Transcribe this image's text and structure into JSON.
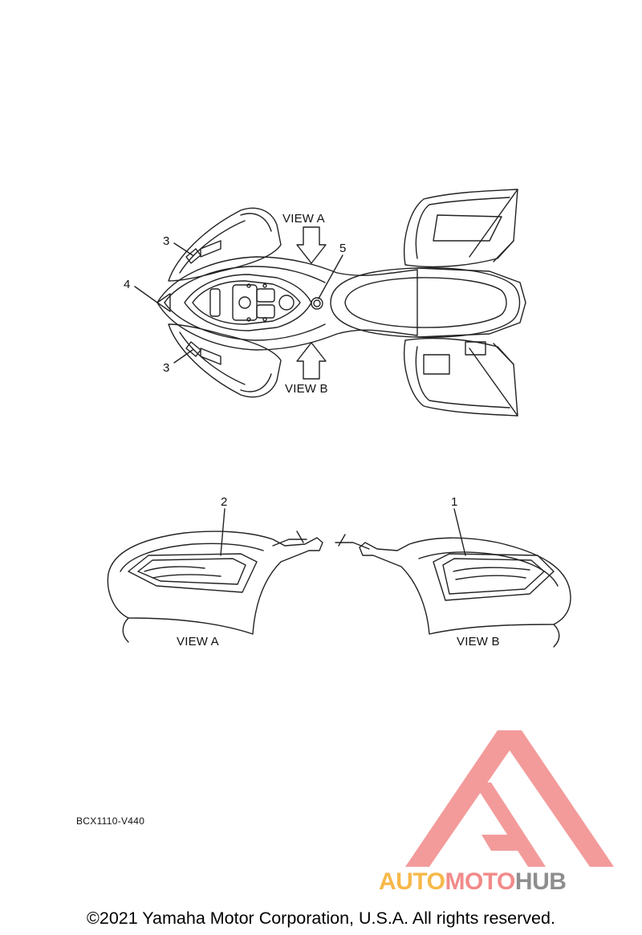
{
  "callouts": {
    "c1": "1",
    "c2": "2",
    "c3_top": "3",
    "c3_bottom": "3",
    "c4": "4",
    "c5": "5"
  },
  "views": {
    "top_view_a": "VIEW A",
    "top_view_b": "VIEW B",
    "panel_a": "VIEW A",
    "panel_b": "VIEW B"
  },
  "diagram_code": "BCX1110-V440",
  "copyright": "©2021 Yamaha Motor Corporation, U.S.A. All rights reserved.",
  "watermark": {
    "parts": [
      "AUTO",
      "MOTO",
      "HUB"
    ],
    "colors": [
      "#f7b84a",
      "#f28a8a",
      "#8e8e8e"
    ],
    "logo_color": "#f28a8a"
  }
}
